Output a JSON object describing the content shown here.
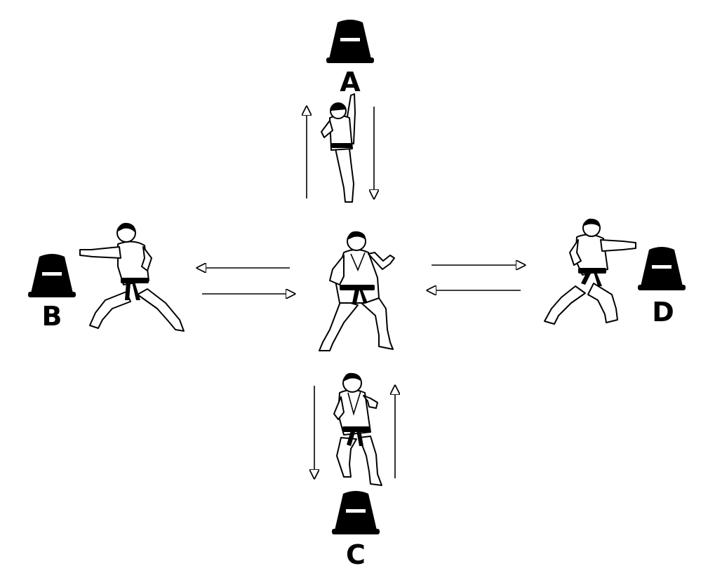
{
  "cones": [
    {
      "id": "A",
      "label": "A"
    },
    {
      "id": "B",
      "label": "B"
    },
    {
      "id": "C",
      "label": "C"
    },
    {
      "id": "D",
      "label": "D"
    }
  ],
  "colors": {
    "ink": "#000000",
    "background": "#ffffff"
  }
}
